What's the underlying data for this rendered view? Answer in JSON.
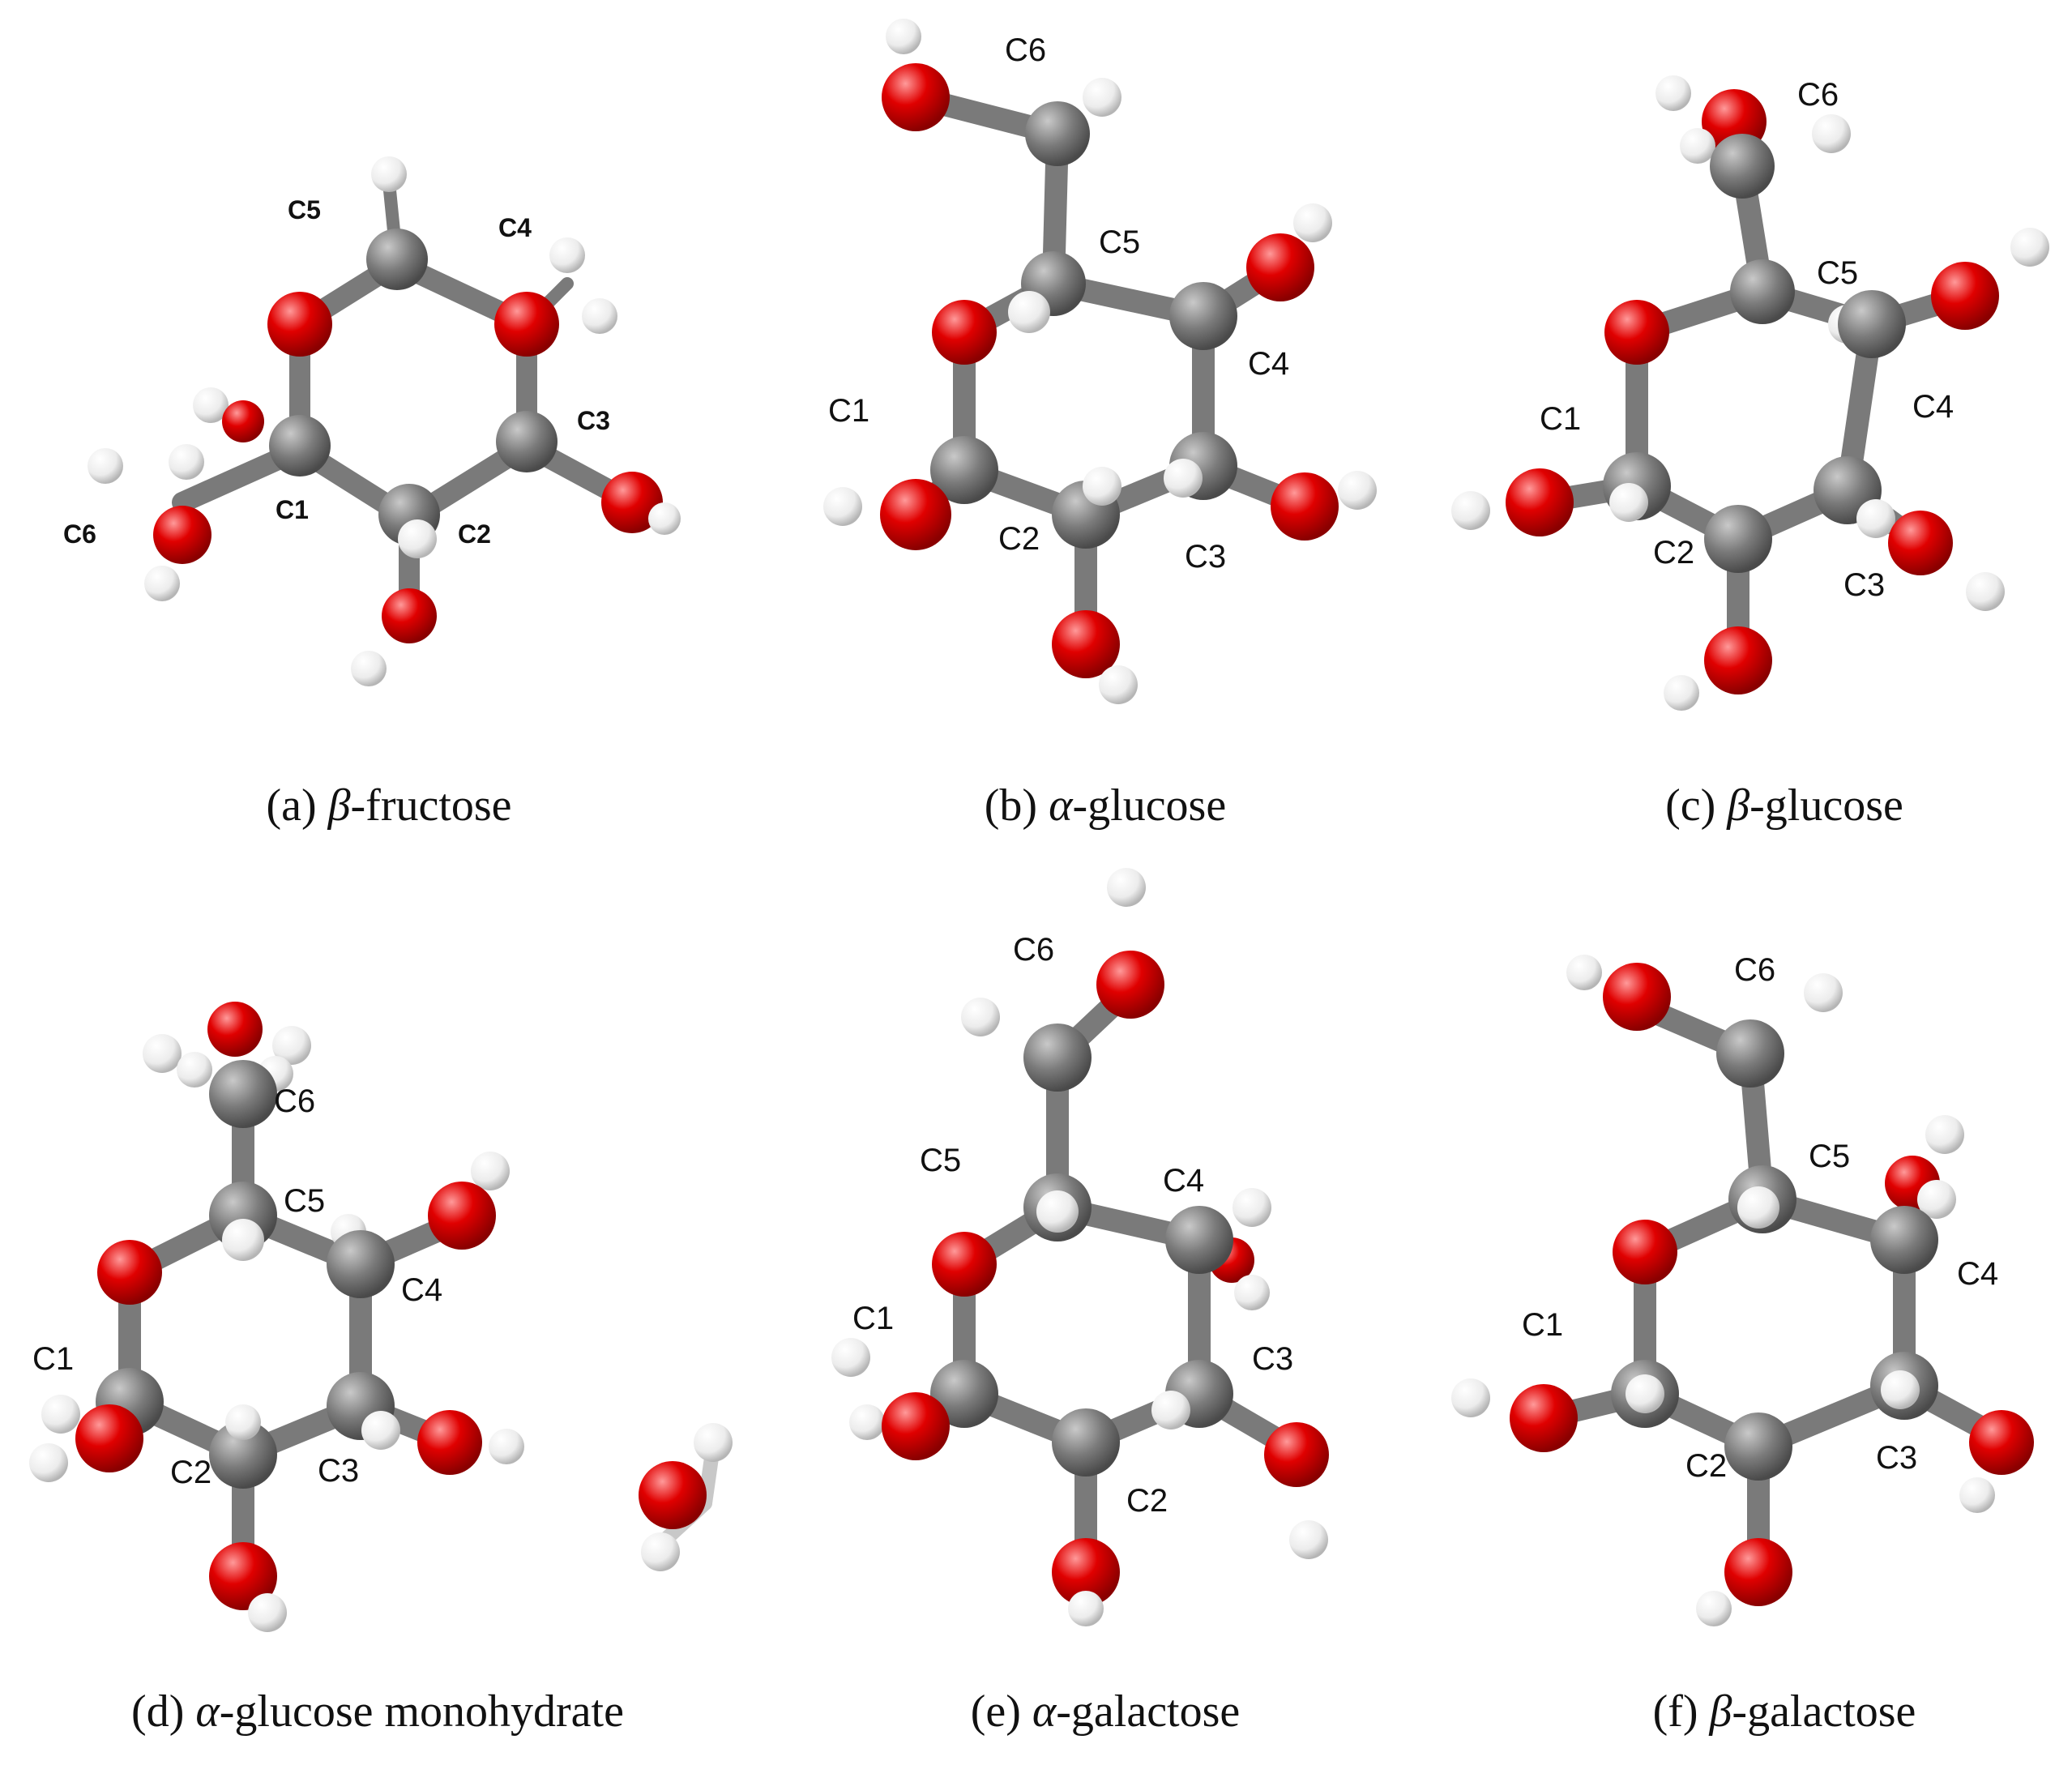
{
  "panels": [
    {
      "id": "a",
      "caption": {
        "letter": "(a)",
        "greek": "β",
        "name": "-fructose"
      },
      "labels": [
        "C1",
        "C2",
        "C3",
        "C4",
        "C5",
        "C6"
      ]
    },
    {
      "id": "b",
      "caption": {
        "letter": "(b)",
        "greek": "α",
        "name": "-glucose"
      },
      "labels": [
        "C1",
        "C2",
        "C3",
        "C4",
        "C5",
        "C6"
      ]
    },
    {
      "id": "c",
      "caption": {
        "letter": "(c)",
        "greek": "β",
        "name": "-glucose"
      },
      "labels": [
        "C1",
        "C2",
        "C3",
        "C4",
        "C5",
        "C6"
      ]
    },
    {
      "id": "d",
      "caption": {
        "letter": "(d)",
        "greek": "α",
        "name": "-glucose monohydrate"
      },
      "labels": [
        "C1",
        "C2",
        "C3",
        "C4",
        "C5",
        "C6"
      ]
    },
    {
      "id": "e",
      "caption": {
        "letter": "(e)",
        "greek": "α",
        "name": "-galactose"
      },
      "labels": [
        "C1",
        "C2",
        "C3",
        "C4",
        "C5",
        "C6"
      ]
    },
    {
      "id": "f",
      "caption": {
        "letter": "(f)",
        "greek": "β",
        "name": "-galactose"
      },
      "labels": [
        "C1",
        "C2",
        "C3",
        "C4",
        "C5",
        "C6"
      ]
    }
  ],
  "colors": {
    "carbon": "#7b7b7b",
    "oxygen": "#e00000",
    "hydrogen": "#f2f2f2",
    "bond": "#7a7a7a"
  }
}
